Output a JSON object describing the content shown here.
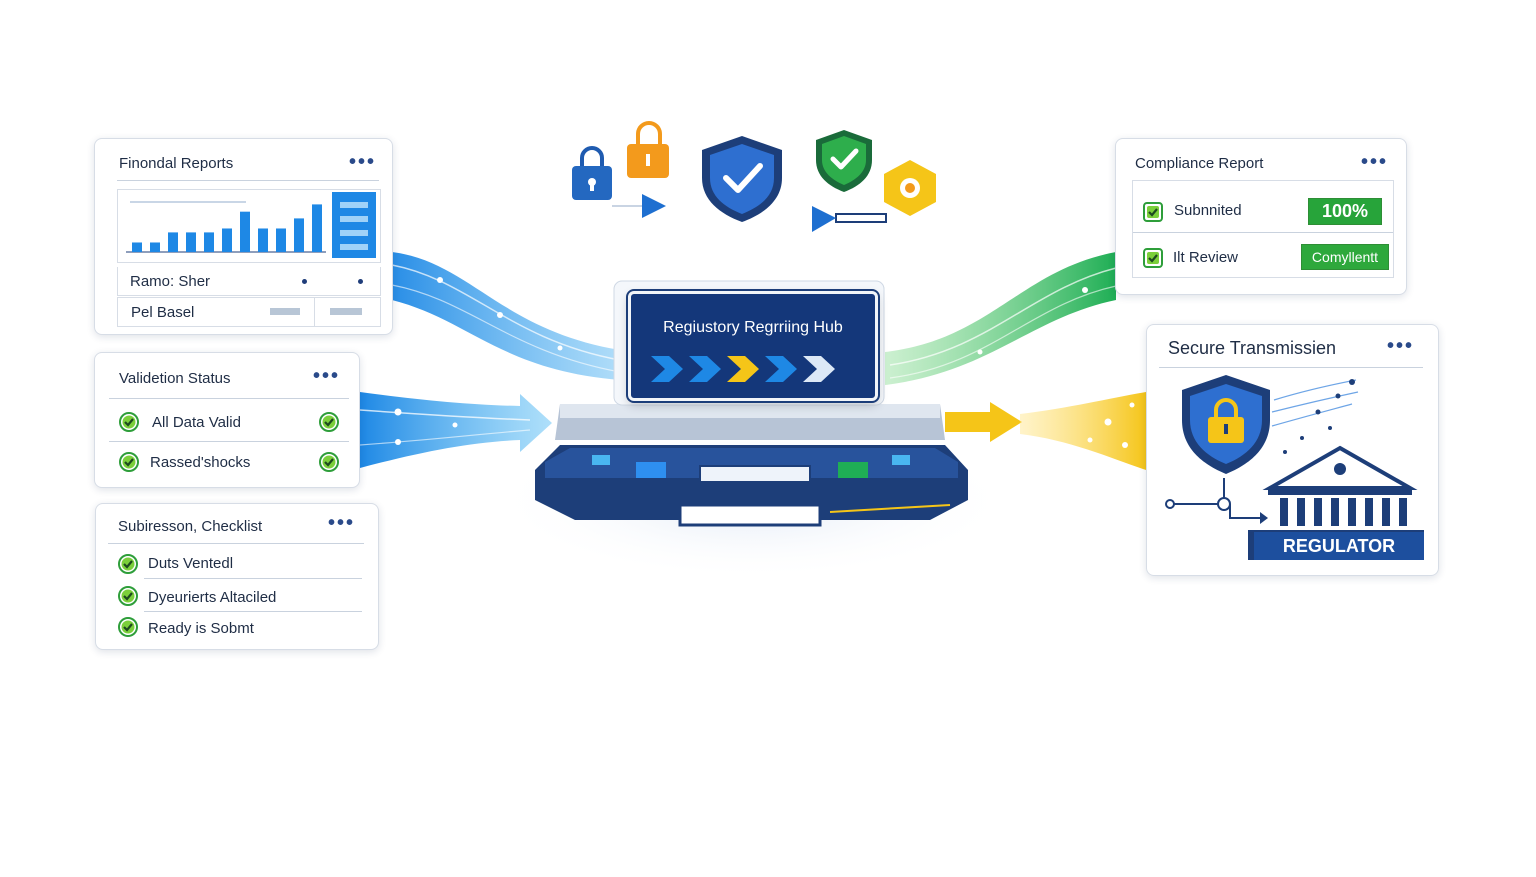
{
  "colors": {
    "navy": "#1d3e79",
    "blue": "#1e88e5",
    "green": "#2e9e3a",
    "yellow": "#f5c518",
    "orange": "#f39a1c"
  },
  "financial_reports": {
    "title": "Finondal Reports",
    "bars": [
      0.17,
      0.17,
      0.35,
      0.35,
      0.35,
      0.42,
      0.72,
      0.42,
      0.42,
      0.6,
      0.85
    ],
    "row1_label": "Ramo: Sher",
    "row2_label": "Pel Basel"
  },
  "validation_status": {
    "title": "Validetion Status",
    "items": [
      {
        "label": "All Data Valid"
      },
      {
        "label": "Rassed'shocks"
      }
    ]
  },
  "submission_checklist": {
    "title": "Subiresson, Checklist",
    "items": [
      {
        "label": "Duts Ventedl"
      },
      {
        "label": "Dyeurierts Altaciled"
      },
      {
        "label": "Ready is Sobmt"
      }
    ]
  },
  "hub": {
    "title": "Regiustory Regrriing Hub"
  },
  "compliance_report": {
    "title": "Compliance Report",
    "rows": [
      {
        "label": "Subnnited",
        "badge": "100%"
      },
      {
        "label": "Ilt Review",
        "badge": "Comyllentt"
      }
    ]
  },
  "secure_transmission": {
    "title": "Secure Transmissien",
    "regulator_label": "REGULATOR"
  },
  "icons": [
    "lock-icon",
    "padlock-orange-icon",
    "shield-check-icon",
    "green-shield-check-icon",
    "hexagon-badge-icon"
  ]
}
